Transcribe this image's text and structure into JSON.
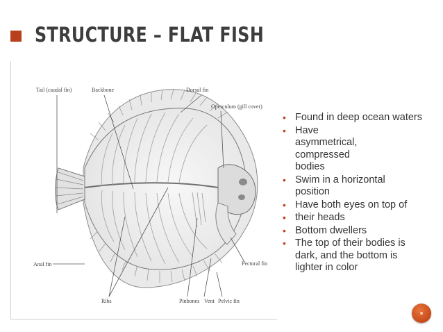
{
  "slide": {
    "title": "STRUCTURE – FLAT FISH",
    "accent_color": "#b8401e",
    "bullets": [
      "Found in deep ocean waters",
      "Have asymmetrical, compressed bodies",
      "Swim in a horizontal position",
      "Have both eyes on top of",
      "their heads",
      "Bottom dwellers",
      "The top of their bodies is dark, and the bottom is lighter in color"
    ]
  },
  "figure": {
    "labels": {
      "tail": "Tail (caudal fin)",
      "backbone": "Backbone",
      "dorsal": "Dorsal fin",
      "operculum": "Operculum (gill cover)",
      "anal": "Anal fin",
      "ribs": "Ribs",
      "pinbones": "Pinbones",
      "vent": "Vent",
      "pelvic": "Pelvic fin",
      "pectoral": "Pectoral fin"
    }
  },
  "nav": {
    "icon": "circle-nav-icon"
  }
}
